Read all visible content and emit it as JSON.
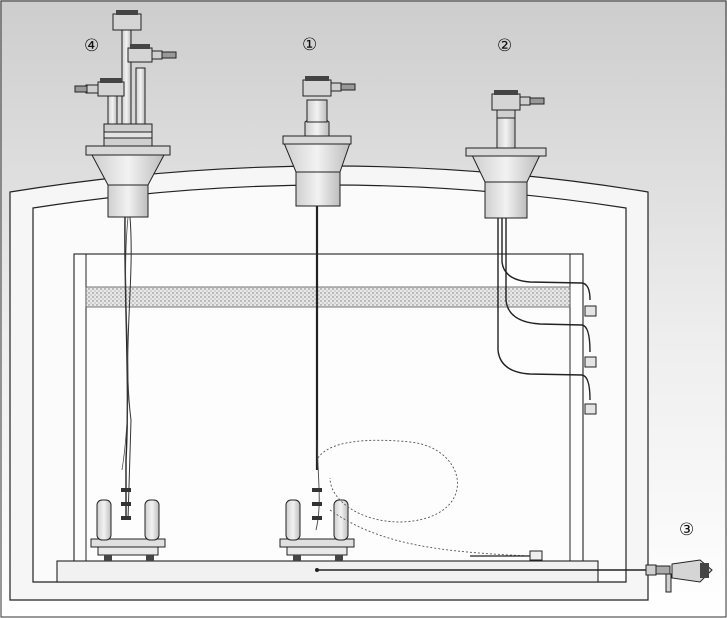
{
  "labels": {
    "instrument_1": "①",
    "instrument_2": "②",
    "instrument_3": "③",
    "instrument_4": "④"
  },
  "colors": {
    "background_gradient_top": "#cfcfcf",
    "background_gradient_bottom": "#ffffff",
    "outline": "#111111",
    "body_fill": "#e2e2e2",
    "head_fill": "#dcdcdc",
    "cable": "#222222",
    "loop_dashed": "#555555"
  },
  "icons": [
    "radar-gauge-icon",
    "transmitter-head-icon",
    "cable-reel-icon",
    "spot-sensor-icon",
    "anchor-weight-icon",
    "junction-box-icon"
  ]
}
